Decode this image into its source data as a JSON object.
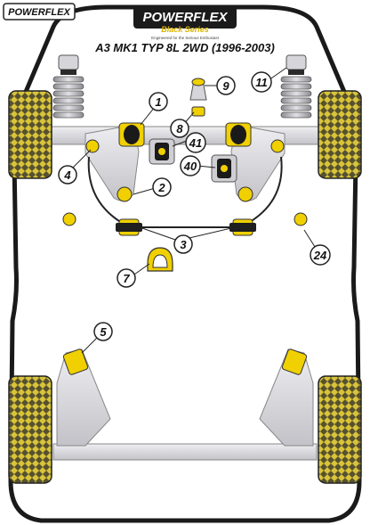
{
  "header": {
    "brand_small": "POWERFLEX",
    "brand_main": "POWERFLEX",
    "brand_series": "Black Series",
    "brand_tagline": "Engineered for the Serious Enthusiast",
    "model_title": "A3 MK1 TYP 8L 2WD (1996-2003)"
  },
  "callouts": [
    {
      "id": "callout-1",
      "label": "1"
    },
    {
      "id": "callout-2",
      "label": "2"
    },
    {
      "id": "callout-3",
      "label": "3"
    },
    {
      "id": "callout-4",
      "label": "4"
    },
    {
      "id": "callout-5",
      "label": "5"
    },
    {
      "id": "callout-7",
      "label": "7"
    },
    {
      "id": "callout-8",
      "label": "8"
    },
    {
      "id": "callout-9",
      "label": "9"
    },
    {
      "id": "callout-11",
      "label": "11"
    },
    {
      "id": "callout-24",
      "label": "24"
    },
    {
      "id": "callout-40",
      "label": "40"
    },
    {
      "id": "callout-41",
      "label": "41"
    }
  ],
  "colors": {
    "body_outline": "#1a1a1a",
    "tyre_yellow": "#d8c33a",
    "tyre_dark": "#2a2a2a",
    "bush_yellow": "#f0d000",
    "metal_grey": "#cfcfd3",
    "metal_light": "#ececef",
    "callout_fill": "#ffffff"
  }
}
